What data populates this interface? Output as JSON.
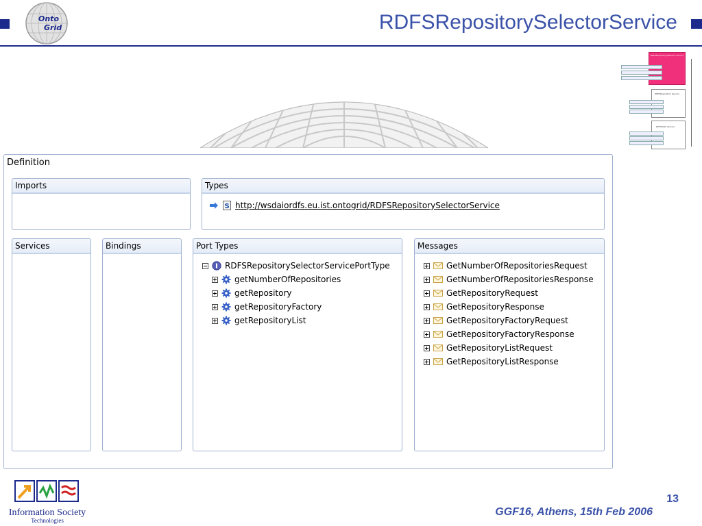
{
  "slide": {
    "title": "RDFSRepositorySelectorService",
    "page_number": "13",
    "footer": "GGF16, Athens, 15th Feb 2006"
  },
  "logos": {
    "ontogrid_line1": "Onto",
    "ontogrid_line2": "Grid",
    "ist_line1": "Information Society",
    "ist_line2": "Technologies"
  },
  "thumbnail": {
    "top_box": "RDFSRepositorySelector Service",
    "mid_box": "RDFSRepository Service",
    "bottom_box": "RDFSData Service"
  },
  "editor": {
    "title": "Definition",
    "imports": {
      "label": "Imports"
    },
    "types": {
      "label": "Types",
      "entry": "http://wsdaiordfs.eu.ist.ontogrid/RDFSRepositorySelectorService"
    },
    "services": {
      "label": "Services"
    },
    "bindings": {
      "label": "Bindings"
    },
    "port_types": {
      "label": "Port Types",
      "root": "RDFSRepositorySelectorServicePortType",
      "operations": [
        "getNumberOfRepositories",
        "getRepository",
        "getRepositoryFactory",
        "getRepositoryList"
      ]
    },
    "messages": {
      "label": "Messages",
      "items": [
        "GetNumberOfRepositoriesRequest",
        "GetNumberOfRepositoriesResponse",
        "GetRepositoryRequest",
        "GetRepositoryResponse",
        "GetRepositoryFactoryRequest",
        "GetRepositoryFactoryResponse",
        "GetRepositoryListRequest",
        "GetRepositoryListResponse"
      ]
    }
  },
  "colors": {
    "title_blue": "#3a52a8",
    "navy": "#1c2a8c",
    "panel_border": "#9fb1d0",
    "thumb_highlight": "#f0307a"
  }
}
